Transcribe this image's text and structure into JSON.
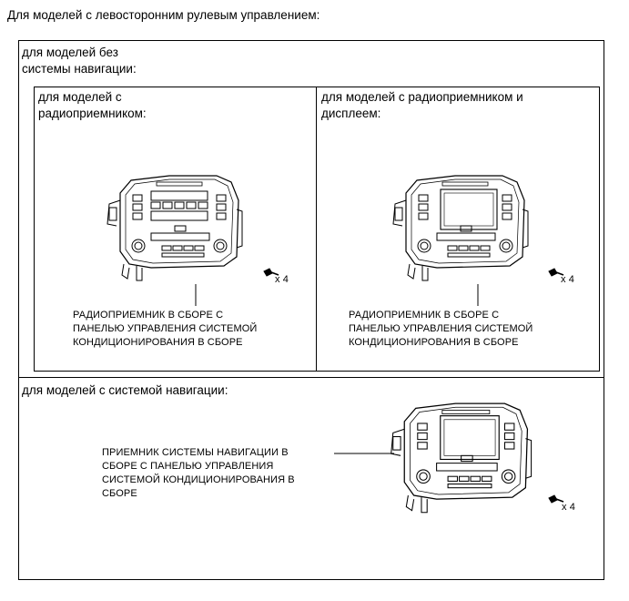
{
  "heading": "Для моделей с левосторонним рулевым управлением:",
  "section_no_nav": {
    "label_line1": "для моделей без",
    "label_line2": "системы навигации:",
    "left_panel": {
      "label_line1": "для моделей с",
      "label_line2": "радиоприемником:",
      "quantity": "x 4",
      "caption_line1": "РАДИОПРИЕМНИК В СБОРЕ С",
      "caption_line2": "ПАНЕЛЬЮ УПРАВЛЕНИЯ СИСТЕМОЙ",
      "caption_line3": "КОНДИЦИОНИРОВАНИЯ В СБОРЕ"
    },
    "right_panel": {
      "label_line1": "для моделей с радиоприемником и",
      "label_line2": "дисплеем:",
      "quantity": "x 4",
      "caption_line1": "РАДИОПРИЕМНИК В СБОРЕ С",
      "caption_line2": "ПАНЕЛЬЮ УПРАВЛЕНИЯ СИСТЕМОЙ",
      "caption_line3": "КОНДИЦИОНИРОВАНИЯ В СБОРЕ"
    }
  },
  "section_nav": {
    "label": "для моделей с системой навигации:",
    "quantity": "x 4",
    "caption_line1": "ПРИЕМНИК СИСТЕМЫ НАВИГАЦИИ В",
    "caption_line2": "СБОРЕ С ПАНЕЛЬЮ УПРАВЛЕНИЯ",
    "caption_line3": "СИСТЕМОЙ КОНДИЦИОНИРОВАНИЯ В",
    "caption_line4": "СБОРЕ"
  }
}
